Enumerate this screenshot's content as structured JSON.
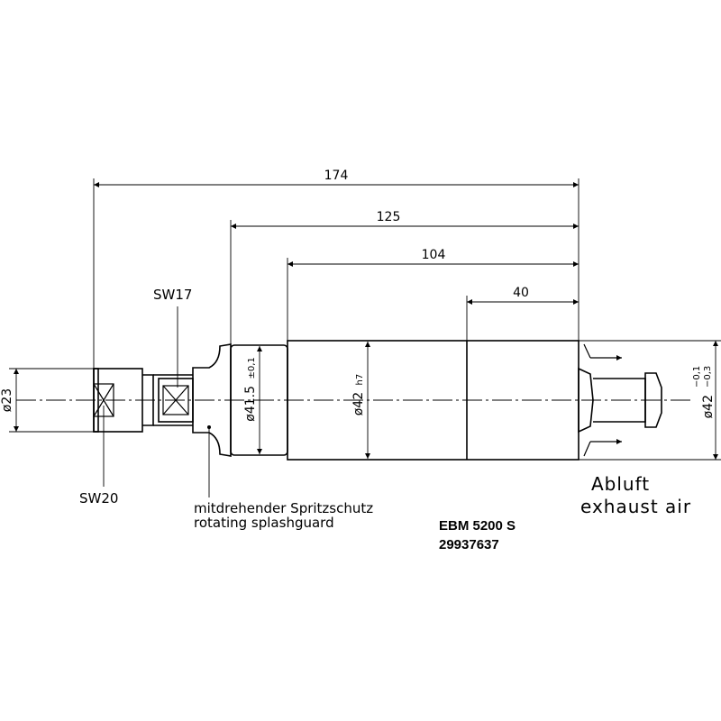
{
  "dimensions": {
    "overall_length": "174",
    "length_125": "125",
    "length_104": "104",
    "length_40": "40",
    "dia_collet": "ø23",
    "dia_splash": "ø41.5",
    "dia_splash_tol": "±0,1",
    "dia_body": "ø42",
    "dia_body_fit": "h7",
    "dia_right": "ø42",
    "dia_right_tol_upper": "−0,1",
    "dia_right_tol_lower": "−0,3"
  },
  "labels": {
    "sw17": "SW17",
    "sw20": "SW20",
    "splash_de": "mitdrehender Spritzschutz",
    "splash_en": "rotating splashguard",
    "exhaust_de": "Abluft",
    "exhaust_en": "exhaust air"
  },
  "model": {
    "name": "EBM 5200 S",
    "number": "29937637"
  }
}
